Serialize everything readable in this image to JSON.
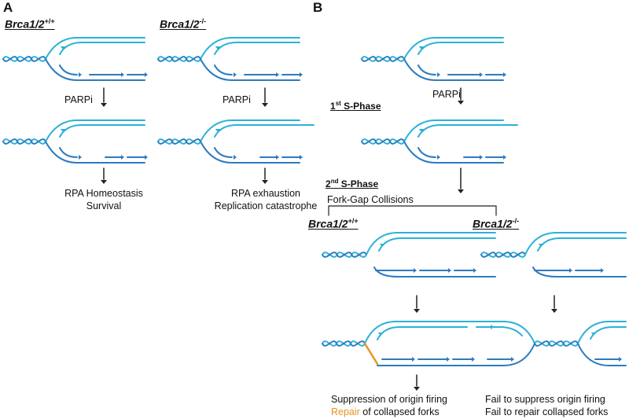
{
  "panels": {
    "a": "A",
    "b": "B"
  },
  "genotypes": {
    "a_wt": {
      "base": "Brca1/2",
      "sup": "+/+"
    },
    "a_mut": {
      "base": "Brca1/2",
      "sup": "-/-"
    },
    "b_wt": {
      "base": "Brca1/2",
      "sup": "+/+"
    },
    "b_mut": {
      "base": "Brca1/2",
      "sup": "-/-"
    }
  },
  "treatment": {
    "parpi": "PARPi"
  },
  "phases": {
    "first": {
      "num": "1",
      "sup": "st",
      "rest": " S-Phase"
    },
    "second": {
      "num": "2",
      "sup": "nd",
      "rest": " S-Phase"
    },
    "collisions": "Fork-Gap Collisions"
  },
  "outcomes": {
    "a_wt_line1": "RPA Homeostasis",
    "a_wt_line2": "Survival",
    "a_mut_line1": "RPA exhaustion",
    "a_mut_line2": "Replication catastrophe",
    "b_wt_line1": "Suppression of origin firing",
    "b_wt_line2_accent": "Repair",
    "b_wt_line2_rest": " of collapsed forks",
    "b_mut_line1": "Fail to suppress origin firing",
    "b_mut_line2": "Fail to repair collapsed forks"
  },
  "colors": {
    "strand_light": "#2bb2d6",
    "strand_dark": "#2e7bbf",
    "repair": "#e8931e",
    "arrow": "#222222"
  }
}
